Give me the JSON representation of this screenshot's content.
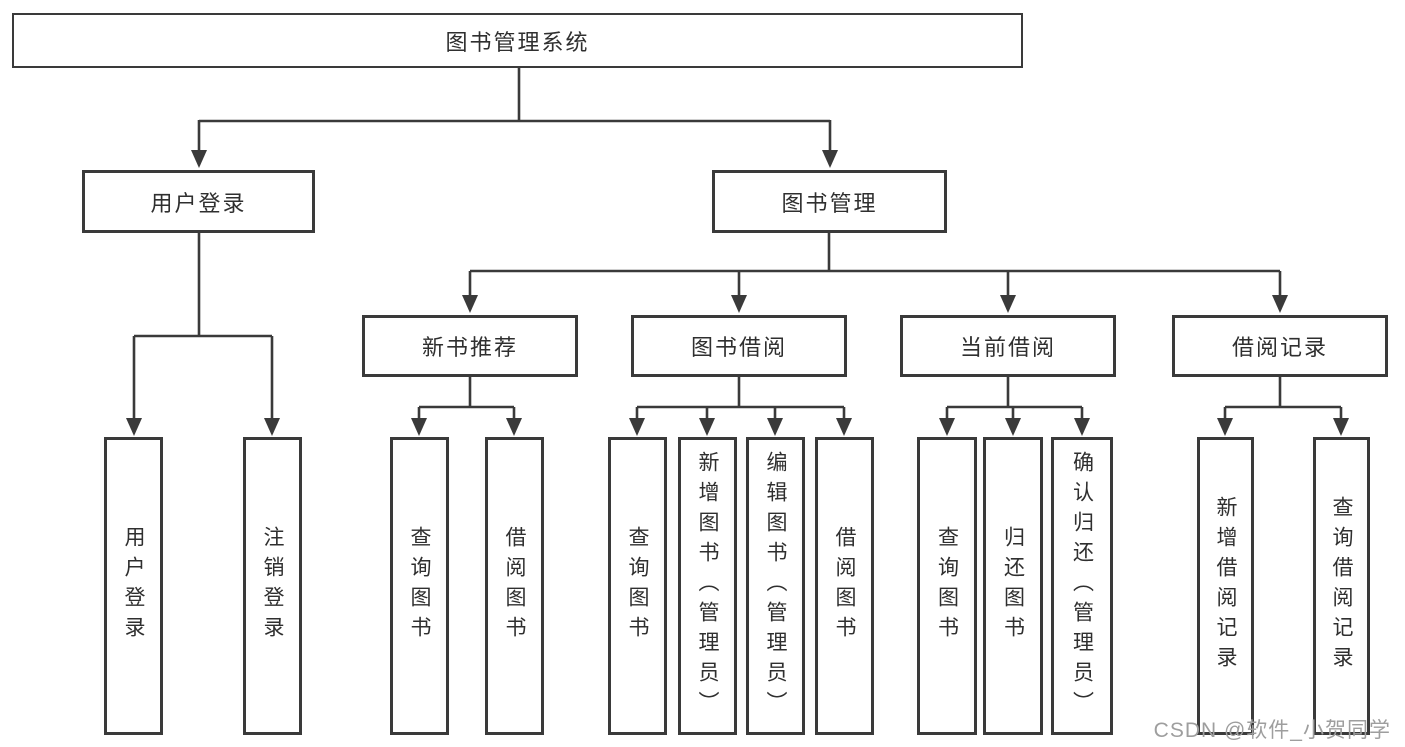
{
  "colors": {
    "line": "#3a3a3a",
    "text": "#2f2f2f",
    "box_fill": "#ffffff",
    "watermark": "#9e9e9e"
  },
  "watermark": {
    "text": "CSDN @软件_小贺同学"
  },
  "diagram": {
    "type": "hierarchy-tree",
    "root": {
      "label": "图书管理系统",
      "children": [
        {
          "label": "用户登录",
          "children": [
            {
              "label": "用户登录"
            },
            {
              "label": "注销登录"
            }
          ]
        },
        {
          "label": "图书管理",
          "children": [
            {
              "label": "新书推荐",
              "children": [
                {
                  "label": "查询图书"
                },
                {
                  "label": "借阅图书"
                }
              ]
            },
            {
              "label": "图书借阅",
              "children": [
                {
                  "label": "查询图书"
                },
                {
                  "label": "新增图书（管理员）"
                },
                {
                  "label": "编辑图书（管理员）"
                },
                {
                  "label": "借阅图书"
                }
              ]
            },
            {
              "label": "当前借阅",
              "children": [
                {
                  "label": "查询图书"
                },
                {
                  "label": "归还图书"
                },
                {
                  "label": "确认归还（管理员）"
                }
              ]
            },
            {
              "label": "借阅记录",
              "children": [
                {
                  "label": "新增借阅记录"
                },
                {
                  "label": "查询借阅记录"
                }
              ]
            }
          ]
        }
      ]
    }
  }
}
